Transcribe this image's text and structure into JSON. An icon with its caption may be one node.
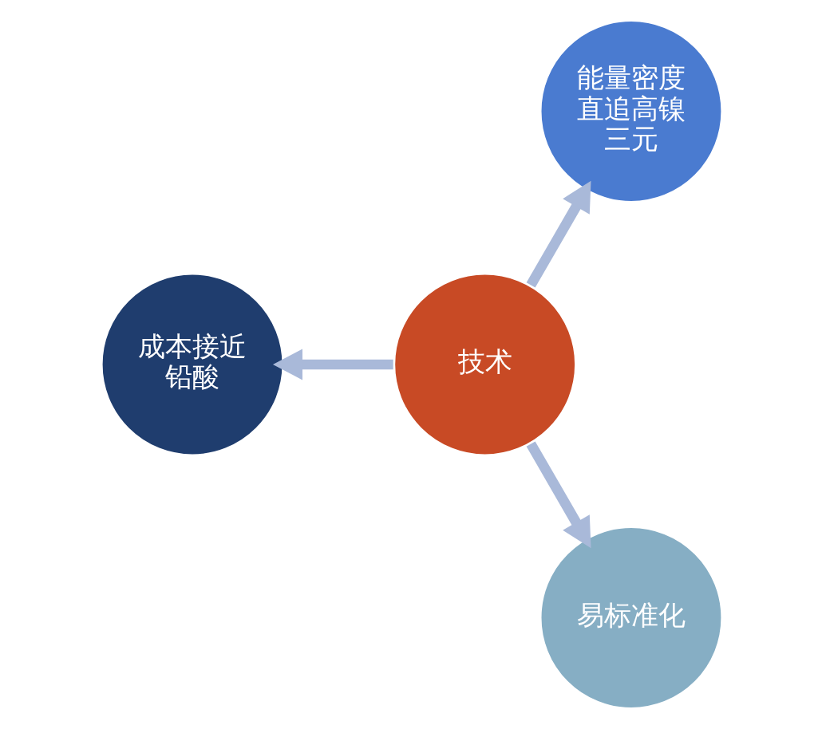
{
  "diagram": {
    "nodes": [
      {
        "text": [
          "技术"
        ]
      },
      {
        "text": [
          "能量密度直追高镍三元"
        ]
      },
      {
        "text": [
          "成本接近铅酸"
        ]
      },
      {
        "text": [
          "易标准化"
        ]
      }
    ],
    "edges": [
      {
        "from": 0,
        "to": 1,
        "arrow": "to"
      },
      {
        "from": 0,
        "to": 2,
        "arrow": "to"
      },
      {
        "from": 0,
        "to": 3,
        "arrow": "to"
      }
    ]
  }
}
